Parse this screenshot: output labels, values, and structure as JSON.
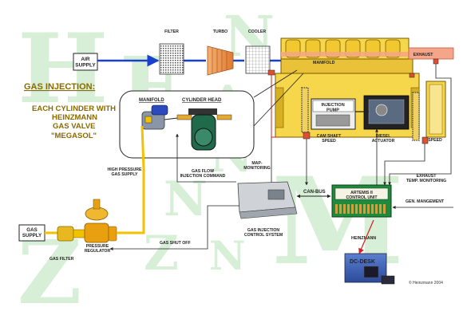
{
  "watermark": {
    "letters": [
      "H",
      "E",
      "N",
      "Z",
      "M",
      "A",
      "N",
      "N",
      "N",
      "Z",
      "M"
    ]
  },
  "components": {
    "air_supply": "AIR\nSUPPLY",
    "filter": "FILTER",
    "turbo": "TURBO",
    "cooler": "COOLER",
    "manifold_top": "MANIFOLD",
    "exhaust": "EXHAUST",
    "injection_pump": "INJECTION\nPUMP",
    "cam_shaft_speed": "CAM SHAFT\nSPEED",
    "diesel_actuator": "DIESEL\nACTUATOR",
    "speed": "SPEED",
    "map_monitoring": "MAP-\nMONITORING",
    "exhaust_temp": "EXHAUST\nTEMP. MONITORING",
    "can_bus": "CAN-BUS",
    "gen_management": "GEN. MANGEMENT",
    "artemis_control": "ARTEMIS II\nCONTROL UNIT",
    "gas_injection_control": "GAS INJECTION\nCONTROL SYSTEM",
    "gas_shut_off": "GAS SHUT OFF",
    "high_pressure_gas": "HIGH PRESSURE\nGAS SUPPLY",
    "gas_flow": "GAS FLOW\nINJECTION COMMAND",
    "manifold_inset": "MANIFOLD",
    "cylinder_head": "CYLINDER HEAD",
    "gas_supply": "GAS\nSUPPLY",
    "pressure_regulator": "PRESSURE\nREGULATOR",
    "gas_filter": "GAS FILTER",
    "heinzmann_label": "HEINZMANN",
    "dc_desk": "DC-DESK",
    "copyright": "© Heinzmann 2004"
  },
  "headline": {
    "title": "GAS INJECTION:",
    "line1": "EACH CYLINDER WITH",
    "line2": "HEINZMANN",
    "line3": "GAS VALVE",
    "line4": "\"MEGASOL\""
  },
  "colors": {
    "air": "#1a3fd0",
    "gas": "#f2c200",
    "exhaust": "#f4a58a",
    "engine": "#f6d64a",
    "watermark": "#d6efd6",
    "heading": "#8a6a00",
    "control_unit": "#1e8a3c"
  }
}
